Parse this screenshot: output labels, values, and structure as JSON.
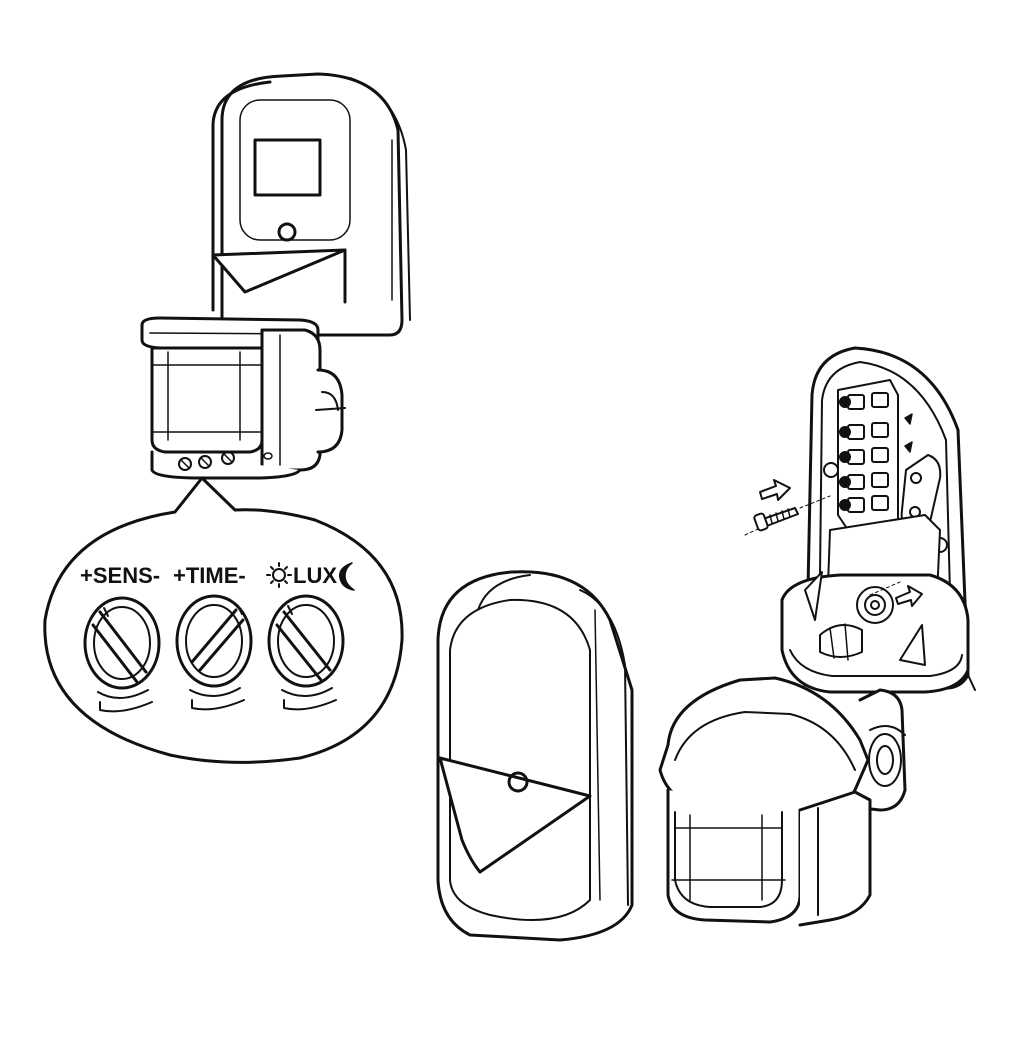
{
  "colors": {
    "line": "#111111",
    "fill": "#ffffff",
    "page": "#ffffff"
  },
  "callout": {
    "sens_label": "+SENS-",
    "time_label": "+TIME-",
    "lux_label": "LUX",
    "sun_icon": "sun-icon",
    "moon_icon": "moon-icon"
  },
  "assembled_view": {
    "icon": "motion-sensor-assembled"
  },
  "exploded_view": {
    "cover_icon": "back-cover",
    "base_icon": "mounting-base-with-terminals",
    "sensor_icon": "pir-sensor-head",
    "screw_icon": "mounting-screw-icon",
    "arrow_icon": "insert-arrow-icon"
  }
}
